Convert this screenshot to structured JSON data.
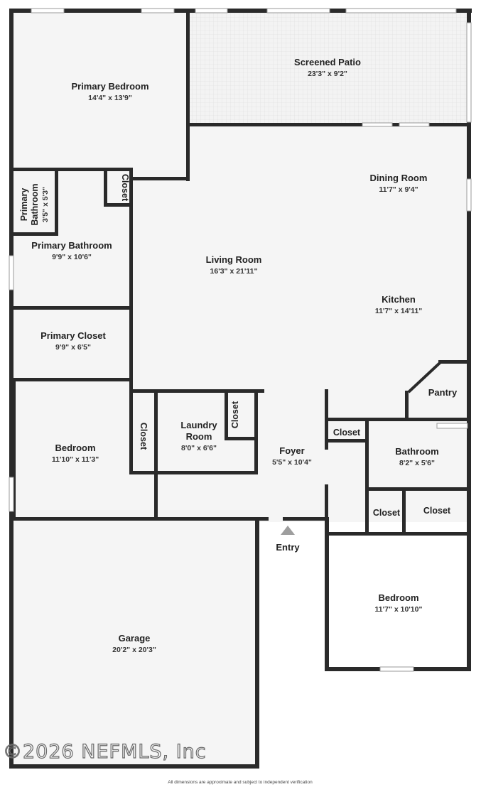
{
  "rooms": {
    "primary_bedroom": {
      "name": "Primary Bedroom",
      "dims": "14'4\" x 13'9\""
    },
    "screened_patio": {
      "name": "Screened Patio",
      "dims": "23'3\" x 9'2\""
    },
    "dining_room": {
      "name": "Dining Room",
      "dims": "11'7\" x 9'4\""
    },
    "primary_bathroom_small": {
      "name_line1": "Primary",
      "name_line2": "Bathroom",
      "dims": "3'5\" x 5'3\""
    },
    "closet_primary": {
      "name": "Closet"
    },
    "primary_bathroom": {
      "name": "Primary Bathroom",
      "dims": "9'9\" x 10'6\""
    },
    "living_room": {
      "name": "Living Room",
      "dims": "16'3\" x 21'11\""
    },
    "kitchen": {
      "name": "Kitchen",
      "dims": "11'7\" x 14'11\""
    },
    "primary_closet": {
      "name": "Primary Closet",
      "dims": "9'9\" x 6'5\""
    },
    "pantry": {
      "name": "Pantry"
    },
    "bedroom_left": {
      "name": "Bedroom",
      "dims": "11'10\" x 11'3\""
    },
    "closet_left": {
      "name": "Closet"
    },
    "laundry_room": {
      "name_line1": "Laundry",
      "name_line2": "Room",
      "dims": "8'0\" x 6'6\""
    },
    "closet_laundry": {
      "name": "Closet"
    },
    "foyer": {
      "name": "Foyer",
      "dims": "5'5\" x 10'4\""
    },
    "closet_hall": {
      "name": "Closet"
    },
    "bathroom": {
      "name": "Bathroom",
      "dims": "8'2\" x 5'6\""
    },
    "closet_bath_left": {
      "name": "Closet"
    },
    "closet_bath_right": {
      "name": "Closet"
    },
    "bedroom_right": {
      "name": "Bedroom",
      "dims": "11'7\" x 10'10\""
    },
    "garage": {
      "name": "Garage",
      "dims": "20'2\" x 20'3\""
    }
  },
  "entry": {
    "label": "Entry"
  },
  "watermark": "©2026 NEFMLS, Inc",
  "disclaimer": "All dimensions are approximate and subject to independent verification",
  "colors": {
    "wall": "#2a2a2a",
    "floor": "#f5f5f5",
    "patio": "#efefef",
    "entry_arrow": "#9e9e9e"
  }
}
